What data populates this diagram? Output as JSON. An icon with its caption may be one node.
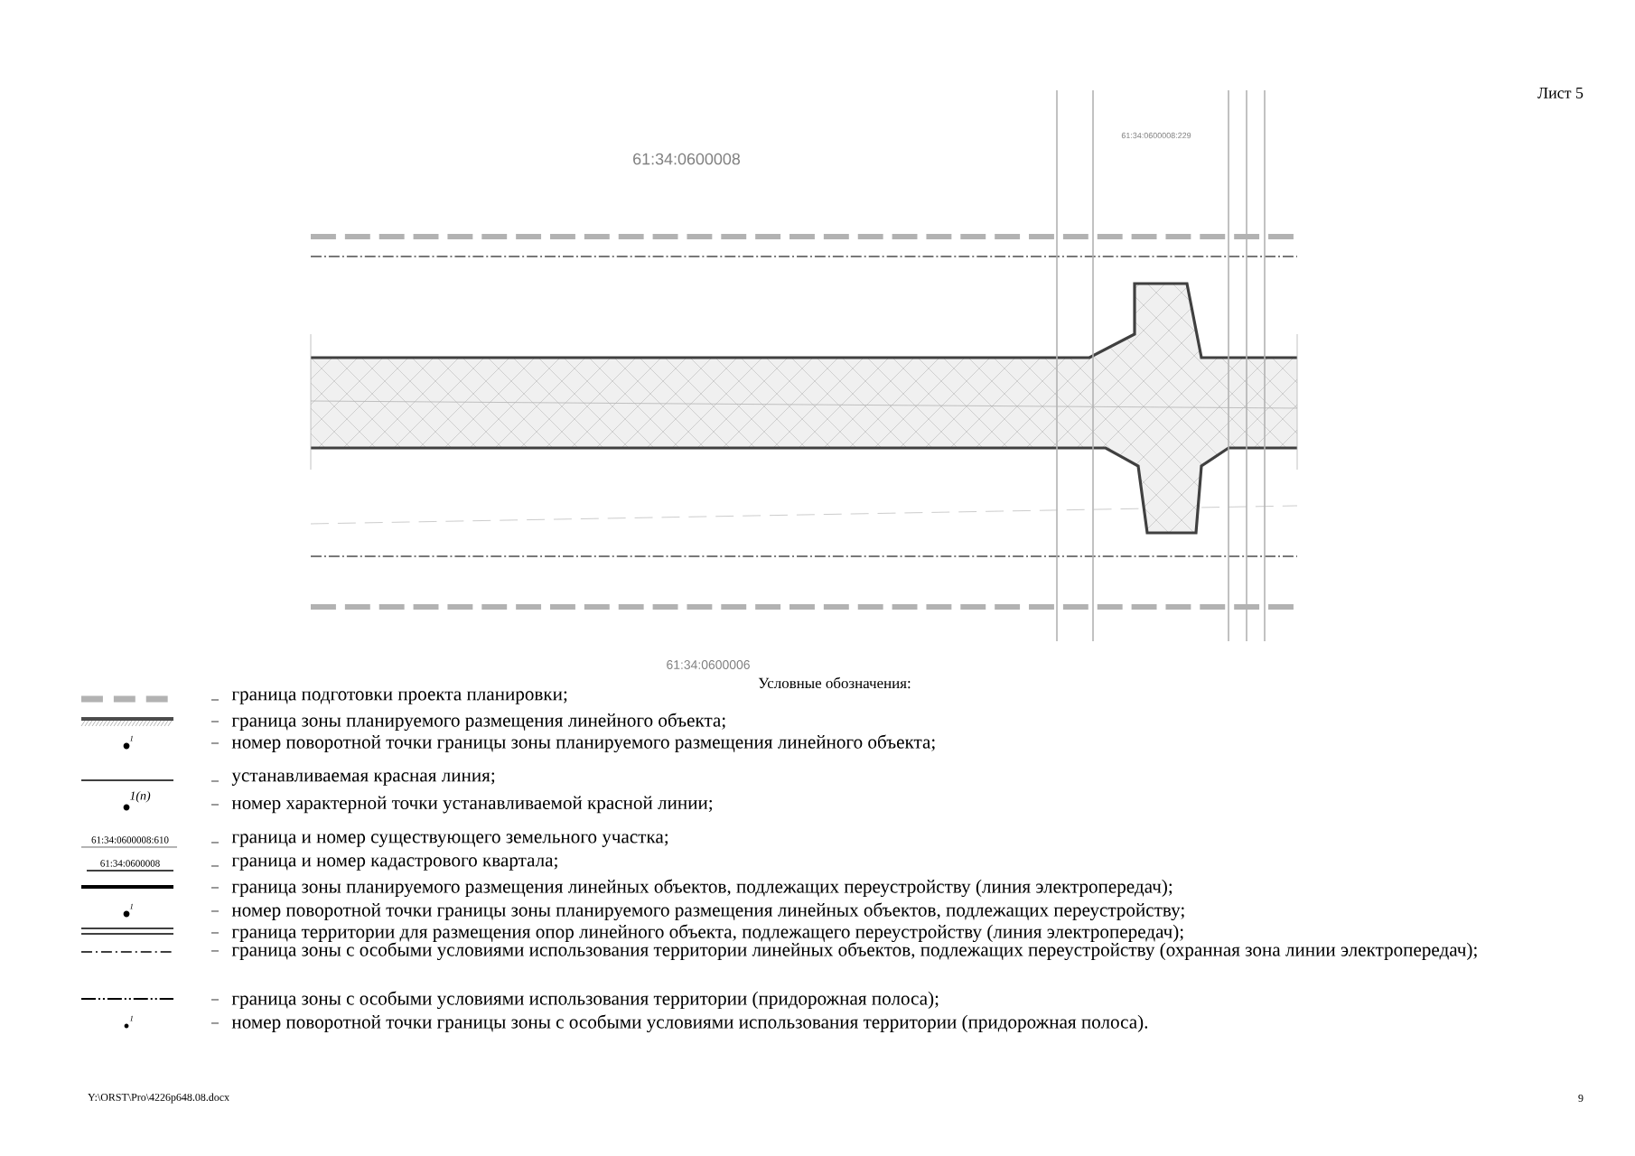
{
  "diagram": {
    "labels": [
      "Лист 5",
      "61:34:0600008",
      "61:34:0600008:229",
      "61:34:0600006",
      "Условные обозначения:",
      "1",
      "1(n)",
      "61:34:0600008:610",
      "61:34:0600008",
      "1",
      "1",
      "Y:\\ORST\\Pro\\4226p648.08.docx",
      "9"
    ],
    "legend": [
      {
        "text": "граница подготовки проекта планировки;"
      },
      {
        "text": "граница зоны планируемого размещения линейного объекта;"
      },
      {
        "text": "номер поворотной точки границы зоны планируемого размещения линейного объекта;"
      },
      {
        "text": "устанавливаемая красная линия;"
      },
      {
        "text": "номер характерной точки устанавливаемой красной линии;"
      },
      {
        "text": "граница и номер существующего земельного участка;"
      },
      {
        "text": "граница и номер кадастрового квартала;"
      },
      {
        "text": "граница зоны планируемого размещения линейных объектов, подлежащих переустройству (линия электропередач);"
      },
      {
        "text": "номер поворотной точки границы зоны планируемого размещения линейных объектов, подлежащих переустройству;"
      },
      {
        "text": "граница территории для размещения опор линейного объекта, подлежащего переустройству (линия электропередач);"
      },
      {
        "text": "граница зоны с особыми условиями использования территории линейных объектов, подлежащих переустройству (охранная зона линии электропередач);"
      },
      {
        "text": "граница зоны с особыми условиями использования территории (придорожная полоса);"
      },
      {
        "text": "номер поворотной точки границы зоны с особыми условиями использования территории (придорожная полоса)."
      }
    ]
  }
}
